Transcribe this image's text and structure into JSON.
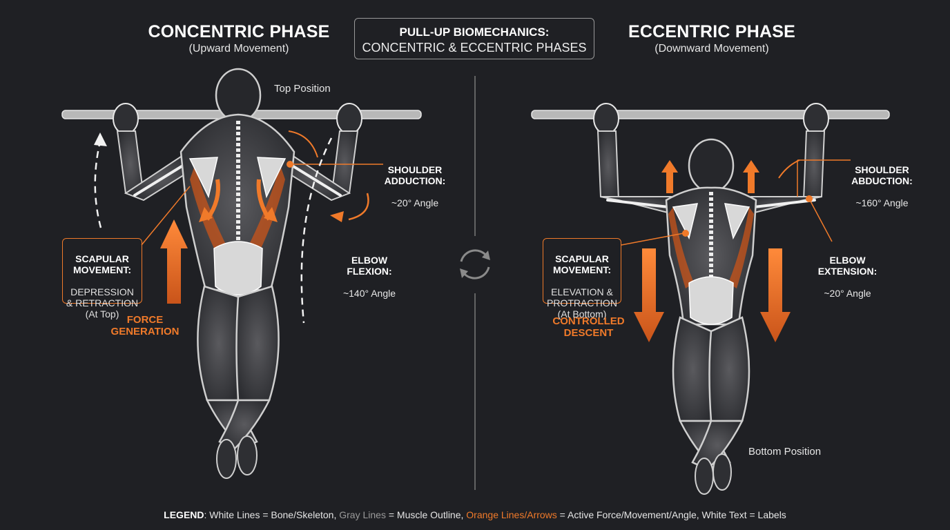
{
  "header": {
    "left_title": "CONCENTRIC PHASE",
    "left_subtitle": "(Upward Movement)",
    "center_title_line1": "PULL-UP BIOMECHANICS:",
    "center_title_line2": "CONCENTRIC & ECCENTRIC PHASES",
    "right_title": "ECCENTRIC PHASE",
    "right_subtitle": "(Downward Movement)"
  },
  "left": {
    "position_note": "Top Position",
    "shoulder_title": "SHOULDER\nADDUCTION:",
    "shoulder_value": "~20° Angle",
    "elbow_title": "ELBOW\nFLEXION:",
    "elbow_value": "~140° Angle",
    "scapular_title": "SCAPULAR\nMOVEMENT:",
    "scapular_value": "DEPRESSION\n& RETRACTION\n(At Top)",
    "force_label": "FORCE\nGENERATION"
  },
  "right": {
    "position_note": "Bottom Position",
    "shoulder_title": "SHOULDER\nABDUCTION:",
    "shoulder_value": "~160° Angle",
    "elbow_title": "ELBOW\nEXTENSION:",
    "elbow_value": "~20° Angle",
    "scapular_title": "SCAPULAR\nMOVEMENT:",
    "scapular_value": "ELEVATION &\nPROTRACTION\n(At Bottom)",
    "force_label": "CONTROLLED\nDESCENT"
  },
  "legend": {
    "label": "LEGEND",
    "white": ": White Lines = Bone/Skeleton, ",
    "gray": "Gray Lines",
    "gray_rest": " = Muscle Outline, ",
    "orange": "Orange Lines/Arrows",
    "orange_rest": " = Active Force/Movement/Angle, White Text = Labels"
  },
  "colors": {
    "background": "#1f2024",
    "accent_orange": "#f07a2a",
    "bone_white": "#e8e8e8",
    "muscle_gray": "#8a8a8a"
  },
  "icons": {
    "cycle": "cycle-arrows-icon"
  }
}
